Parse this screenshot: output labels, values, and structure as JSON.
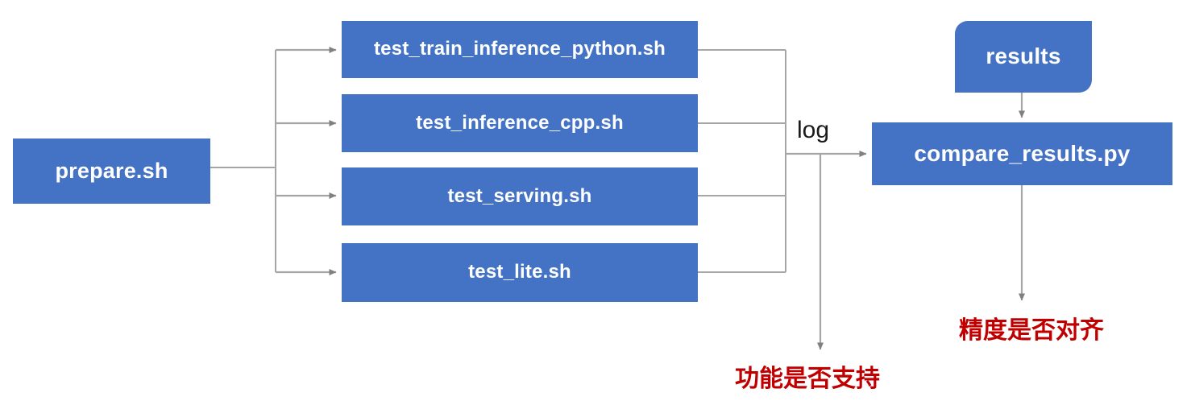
{
  "diagram": {
    "title": "PaddlePaddle TIPC test pipeline flowchart",
    "background_color": "#ffffff",
    "node_fill_color": "#4472c4",
    "node_text_color": "#ffffff",
    "connector_color": "#a6a6a6",
    "annotation_color": "#c00000",
    "nodes": [
      {
        "id": "prepare",
        "label": "prepare.sh",
        "shape": "rect"
      },
      {
        "id": "train",
        "label": "test_train_inference_python.sh",
        "shape": "rect"
      },
      {
        "id": "cpp",
        "label": "test_inference_cpp.sh",
        "shape": "rect"
      },
      {
        "id": "serving",
        "label": "test_serving.sh",
        "shape": "rect"
      },
      {
        "id": "lite",
        "label": "test_lite.sh",
        "shape": "rect"
      },
      {
        "id": "results",
        "label": "results",
        "shape": "rounded-diagonal"
      },
      {
        "id": "compare",
        "label": "compare_results.py",
        "shape": "rect"
      }
    ],
    "edge_labels": [
      {
        "id": "log",
        "label": "log"
      }
    ],
    "annotations": [
      {
        "id": "function-supported",
        "label": "功能是否支持"
      },
      {
        "id": "accuracy-aligned",
        "label": "精度是否对齐"
      }
    ]
  }
}
